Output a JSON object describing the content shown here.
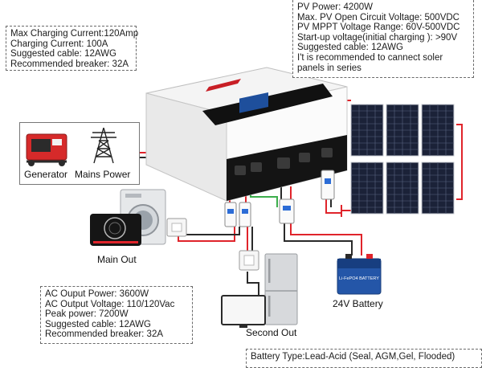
{
  "colors": {
    "ac_wire": "#e0242b",
    "pv_wire": "#e0242b",
    "dc_wire": "#2a2a2a",
    "ground_wire": "#3cae4c",
    "panel_cell": "#1b2238",
    "inverter_body": "#f3f3f3",
    "inverter_panel": "#151515",
    "battery_body": "#2456a8"
  },
  "generator_spec": {
    "lines": [
      "Max Charging Current:120Amp",
      "Charging Current: 100A",
      "Suggested cable: 12AWG",
      "Recommended breaker: 32A"
    ]
  },
  "pv_spec": {
    "lines": [
      "PV Power: 4200W",
      "Max. PV Open Circuit Voltage: 500VDC",
      "PV MPPT Voltage Range: 60V-500VDC",
      "Start-up voltage(initial charging ): >90V",
      "Suggested cable: 12AWG",
      "I't is recommended to cannect soler",
      "panels in series"
    ]
  },
  "ac_output_spec": {
    "lines": [
      "AC Ouput Power: 3600W",
      "AC Output Voltage: 110/120Vac",
      "Peak power:  7200W",
      "Suggested cable: 12AWG",
      "Recommended breaker: 32A"
    ]
  },
  "battery_spec": {
    "lines": [
      "Battery Type:Lead-Acid (Seal, AGM,Gel, Flooded)"
    ]
  },
  "labels": {
    "generator": "Generator",
    "mains_power": "Mains Power",
    "main_out": "Main Out",
    "second_out": "Second Out",
    "battery": "24V Battery"
  },
  "battery_brand_text": "Li-FePO4 BATTERY",
  "icons": {
    "generator": "generator-icon",
    "mains": "power-tower-icon",
    "cooktop": "induction-cooktop-icon",
    "washer": "washing-machine-icon",
    "fridge": "refrigerator-icon",
    "monitor": "monitor-icon",
    "battery": "battery-icon",
    "solar": "solar-panel-icon",
    "breaker": "circuit-breaker-icon",
    "socket": "wall-socket-icon"
  }
}
